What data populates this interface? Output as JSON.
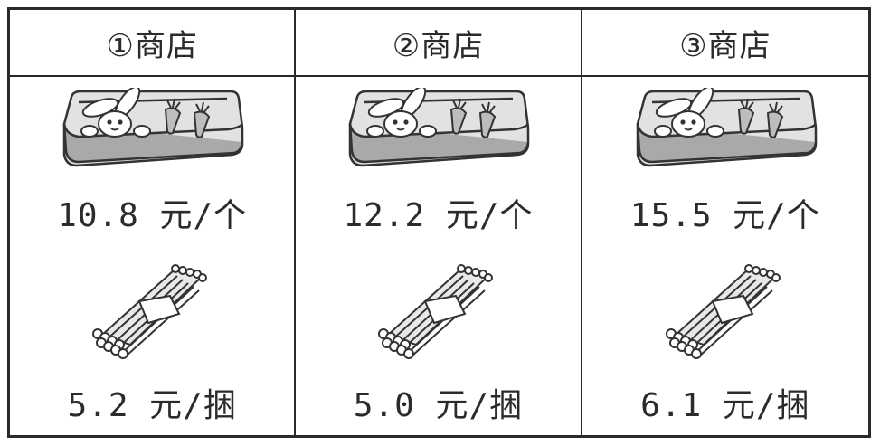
{
  "shops": [
    {
      "name": "①商店",
      "box_price": "10.8 元/个",
      "chalk_price": "5.2 元/捆"
    },
    {
      "name": "②商店",
      "box_price": "12.2 元/个",
      "chalk_price": "5.0 元/捆"
    },
    {
      "name": "③商店",
      "box_price": "15.5 元/个",
      "chalk_price": "6.1 元/捆"
    }
  ],
  "icons": {
    "box": "pencil-box-icon",
    "chalk": "chalk-bundle-icon"
  }
}
